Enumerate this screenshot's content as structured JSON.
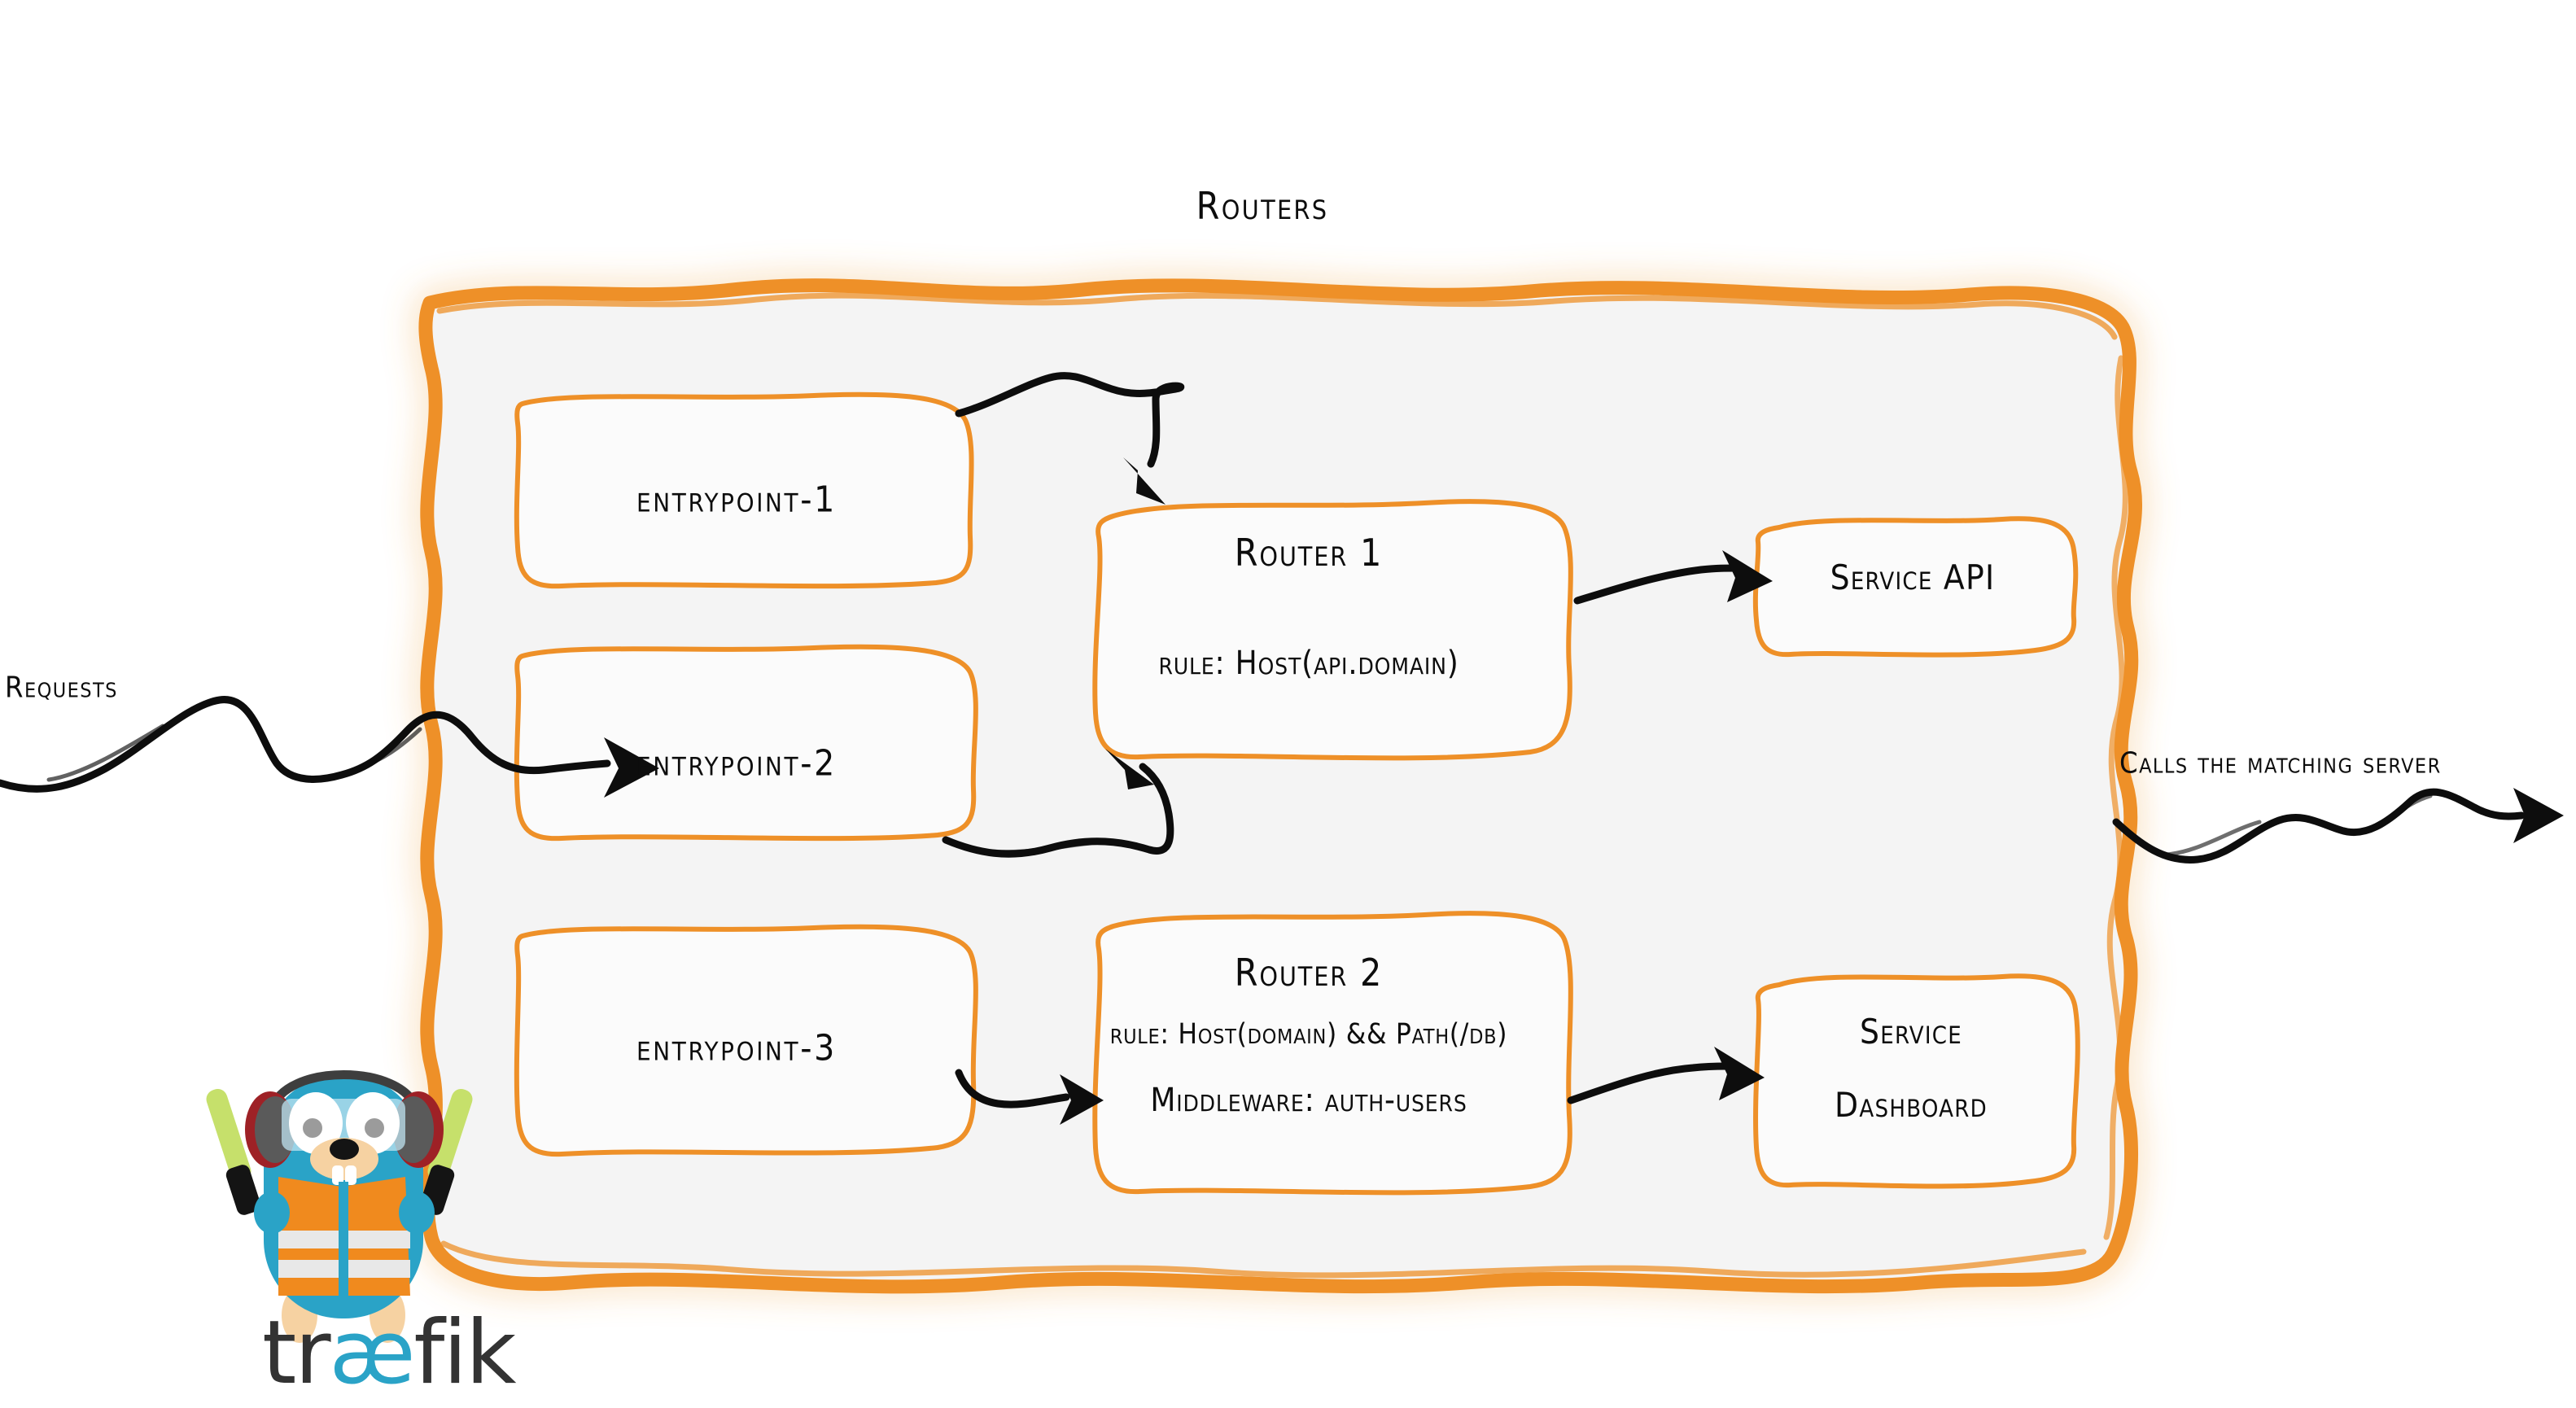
{
  "diagram": {
    "title": "Routers",
    "product": "traefik",
    "accent_color": "#EE9028",
    "panel_fill": "#F4F4F4",
    "ink_color": "#0D0D0D"
  },
  "labels": {
    "incoming": "Requests",
    "outgoing": "Calls the matching server"
  },
  "entrypoints": [
    {
      "label": "entrypoint-1"
    },
    {
      "label": "entrypoint-2"
    },
    {
      "label": "entrypoint-3"
    }
  ],
  "routers": [
    {
      "name": "Router 1",
      "rule_label": "rule:",
      "rule_value": "Host(api.domain)",
      "rule_full": "rule: Host(api.domain)",
      "middleware_label": null,
      "middleware_value": null
    },
    {
      "name": "Router 2",
      "rule_label": "rule:",
      "rule_value": "Host(domain) && Path(/db)",
      "rule_full": "rule: Host(domain) && Path(/db)",
      "middleware_label": "Middleware:",
      "middleware_value": "auth-users",
      "middleware_full": "Middleware: auth-users"
    }
  ],
  "services": [
    {
      "line1": "Service API",
      "line2": ""
    },
    {
      "line1": "Service",
      "line2": "Dashboard"
    }
  ],
  "logo": {
    "wordmark_prefix": "tr",
    "wordmark_ligature": "æ",
    "wordmark_suffix": "fik",
    "mascot": "traefik-gopher-mascot",
    "body_color": "#2AA3C7",
    "vest_color": "#F08A1E",
    "baton_color": "#C6E06B"
  }
}
